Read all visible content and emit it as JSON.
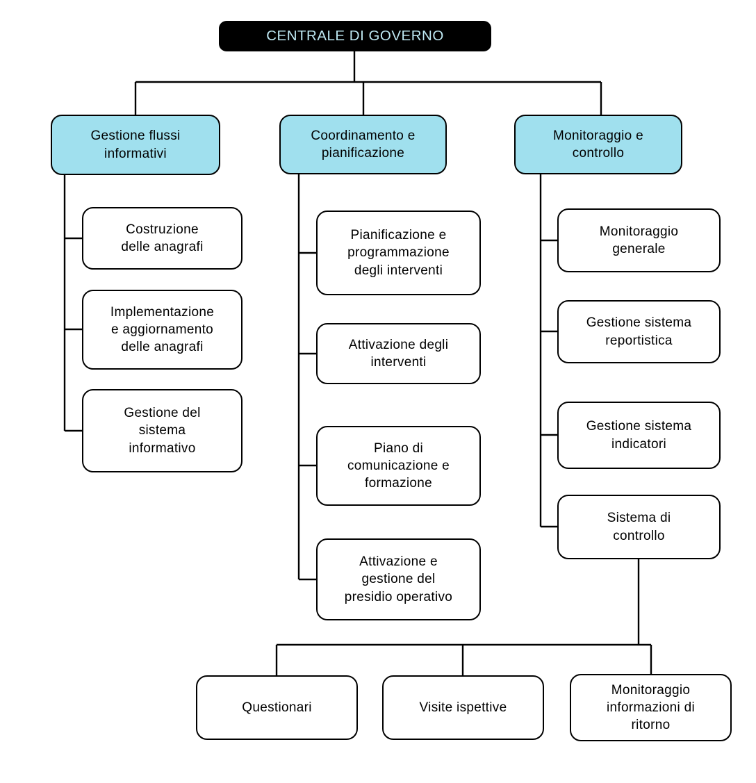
{
  "diagram": {
    "root": {
      "label": "CENTRALE DI GOVERNO"
    },
    "branches": [
      {
        "label": "Gestione flussi\ninformativi",
        "children": [
          {
            "label": "Costruzione\ndelle anagrafi"
          },
          {
            "label": "Implementazione\ne aggiornamento\ndelle anagrafi"
          },
          {
            "label": "Gestione del\nsistema\ninformativo"
          }
        ]
      },
      {
        "label": "Coordinamento e\npianificazione",
        "children": [
          {
            "label": "Pianificazione e\nprogrammazione\ndegli interventi"
          },
          {
            "label": "Attivazione degli\ninterventi"
          },
          {
            "label": "Piano di\ncomunicazione e\nformazione"
          },
          {
            "label": "Attivazione e\ngestione del\npresidio operativo"
          }
        ]
      },
      {
        "label": "Monitoraggio e\ncontrollo",
        "children": [
          {
            "label": "Monitoraggio\ngenerale"
          },
          {
            "label": "Gestione sistema\nreportistica"
          },
          {
            "label": "Gestione sistema\nindicatori"
          },
          {
            "label": "Sistema di\ncontrollo",
            "children": [
              {
                "label": "Questionari"
              },
              {
                "label": "Visite ispettive"
              },
              {
                "label": "Monitoraggio\ninformazioni di\nritorno"
              }
            ]
          }
        ]
      }
    ]
  },
  "colors": {
    "root_fill": "#000000",
    "root_text": "#BEE8F2",
    "branch_fill": "#A0E0EE",
    "node_fill": "#FFFFFF",
    "border": "#000000",
    "line": "#000000",
    "background": "#FFFFFF"
  }
}
